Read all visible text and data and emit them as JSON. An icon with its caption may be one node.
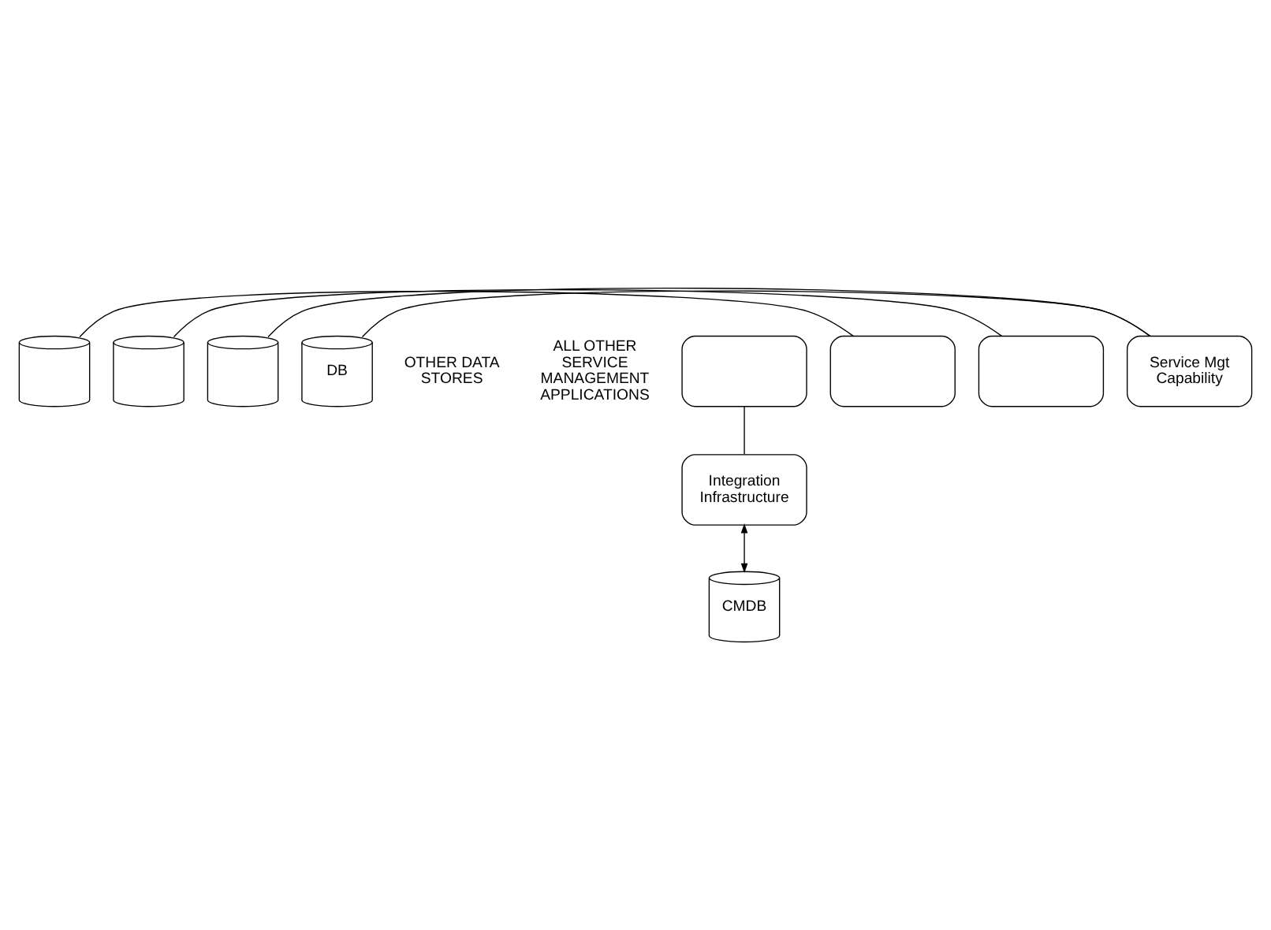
{
  "diagram": {
    "nodes": [
      {
        "text": [
          "Service Mgt Capability"
        ]
      },
      {
        "text": [],
        "shape": "box"
      },
      {
        "text": [],
        "shape": "box"
      },
      {
        "text": [],
        "shape": "box"
      },
      {
        "text": [
          "DB"
        ]
      },
      {
        "text": [],
        "shape": "cylinder"
      },
      {
        "text": [],
        "shape": "cylinder"
      },
      {
        "text": [],
        "shape": "cylinder"
      },
      {
        "text": [
          "Integration Infrastructure"
        ]
      },
      {
        "text": [
          "CMDB"
        ]
      }
    ],
    "edges": [
      {
        "from": 0,
        "to": 4,
        "arrow": "none"
      },
      {
        "from": 0,
        "to": 7,
        "arrow": "none"
      },
      {
        "from": 3,
        "to": 6,
        "arrow": "none"
      },
      {
        "from": 2,
        "to": 5,
        "arrow": "none"
      },
      {
        "from": 1,
        "to": 8,
        "arrow": "none"
      },
      {
        "from": 8,
        "to": 9,
        "arrow": "both"
      }
    ],
    "labels": [
      "ALL OTHER SERVICE MANAGEMENT APPLICATIONS",
      "OTHER DATA STORES"
    ]
  }
}
